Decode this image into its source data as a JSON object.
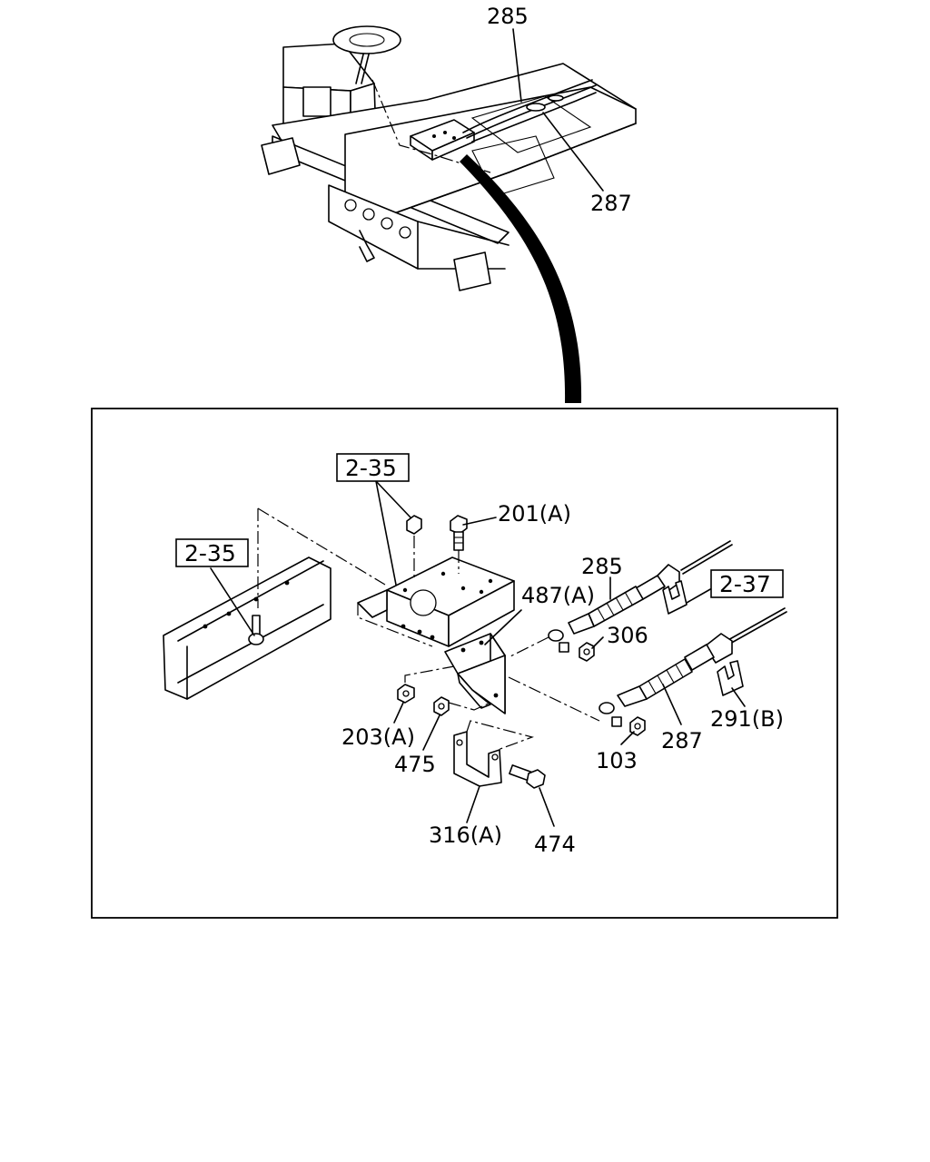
{
  "callouts": {
    "top_285": "285",
    "top_287": "287",
    "detail_201a": "201(A)",
    "detail_285": "285",
    "detail_487a": "487(A)",
    "detail_306": "306",
    "detail_203a": "203(A)",
    "detail_475": "475",
    "detail_103": "103",
    "detail_287": "287",
    "detail_291b": "291(B)",
    "detail_316a": "316(A)",
    "detail_474": "474"
  },
  "references": {
    "ref_2_35_top": "2-35",
    "ref_2_35_left": "2-35",
    "ref_2_37": "2-37"
  }
}
